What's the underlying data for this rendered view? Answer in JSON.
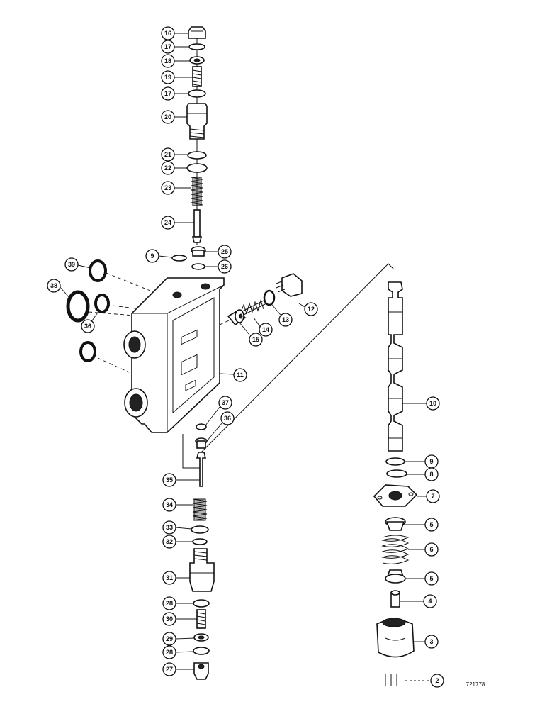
{
  "drawing_ref": "721778",
  "callouts": [
    "16",
    "17",
    "18",
    "19",
    "17",
    "20",
    "21",
    "22",
    "23",
    "24",
    "9",
    "25",
    "26",
    "39",
    "38",
    "36",
    "12",
    "13",
    "14",
    "15",
    "11",
    "37",
    "36",
    "35",
    "34",
    "33",
    "32",
    "31",
    "28",
    "30",
    "29",
    "28",
    "27",
    "10",
    "9",
    "8",
    "7",
    "5",
    "6",
    "5",
    "4",
    "3",
    "2"
  ]
}
